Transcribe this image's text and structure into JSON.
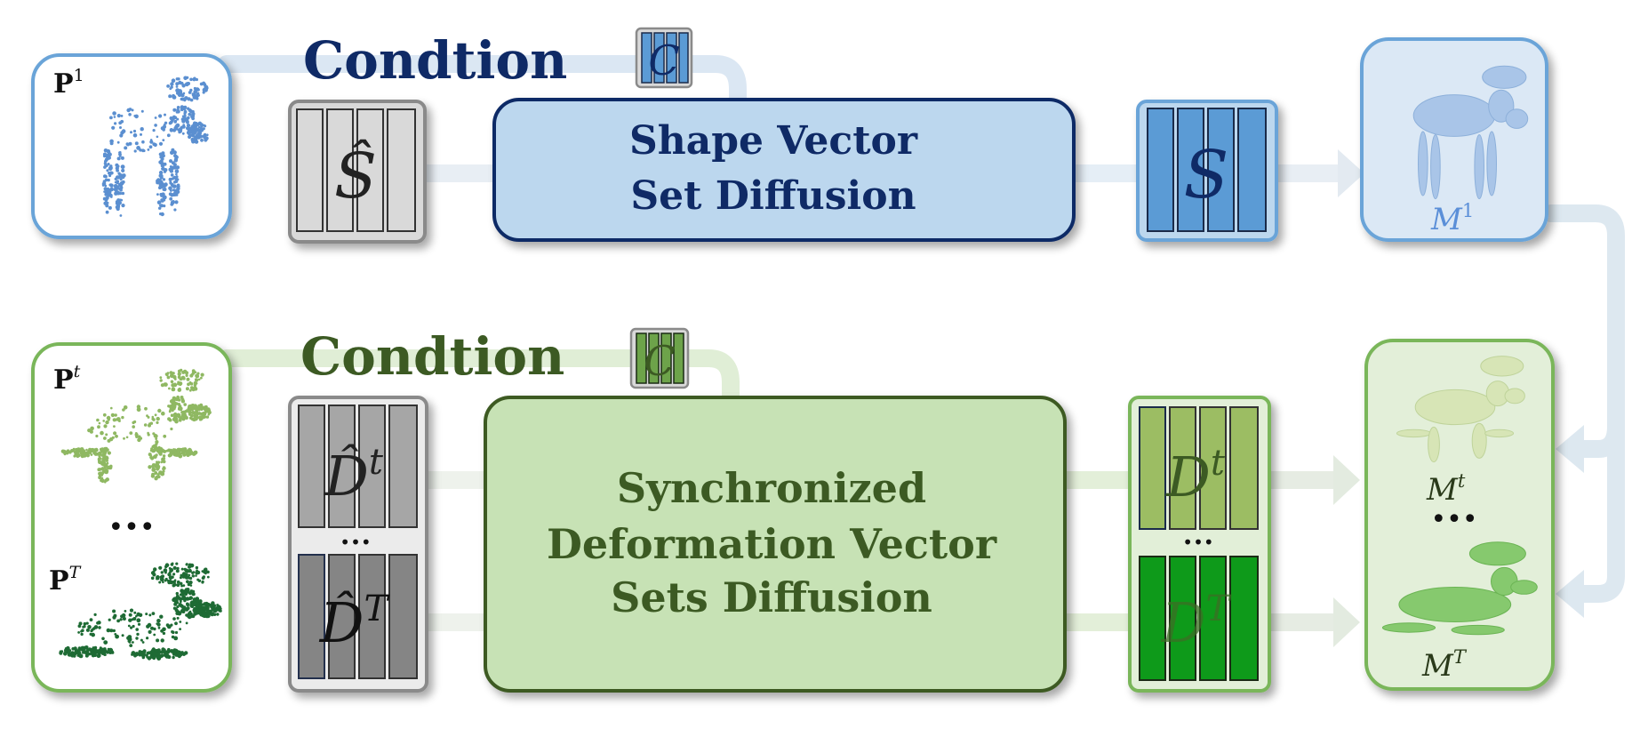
{
  "colors": {
    "blue_dark": "#0f2a66",
    "blue_mid": "#5b9bd5",
    "blue_light": "#bcd7ee",
    "blue_stroke": "#6aa4d8",
    "green_dark": "#3c5a23",
    "green_mid": "#9cbd63",
    "green_light": "#c7e2b5",
    "green_stroke": "#7ab65a",
    "green_bright": "#0e9a1a",
    "gray_light": "#d9d9d9",
    "gray_dark": "#858585"
  },
  "top": {
    "condition_label": "Condtion",
    "cond_vector_symbol": "C",
    "input_label": "P",
    "input_sup": "1",
    "noisy_vector_symbol": "Ŝ",
    "diffusion_line1": "Shape Vector",
    "diffusion_line2": "Set Diffusion",
    "output_vector_symbol": "S",
    "mesh_label": "M",
    "mesh_sup": "1"
  },
  "bottom": {
    "condition_label": "Condtion",
    "cond_vector_symbol": "C",
    "input_t_label": "P",
    "input_t_sup": "t",
    "input_T_label": "P",
    "input_T_sup": "T",
    "ellipsis": "•••",
    "noisy_t_symbol": "D̂",
    "noisy_t_sup": "t",
    "noisy_T_symbol": "D̂",
    "noisy_T_sup": "T",
    "small_ellipsis": "•••",
    "diffusion_line1": "Synchronized",
    "diffusion_line2": "Deformation Vector",
    "diffusion_line3": "Sets Diffusion",
    "out_t_symbol": "D",
    "out_t_sup": "t",
    "out_T_symbol": "D",
    "out_T_sup": "T",
    "mesh_t_label": "M",
    "mesh_t_sup": "t",
    "mesh_T_label": "M",
    "mesh_T_sup": "T"
  }
}
